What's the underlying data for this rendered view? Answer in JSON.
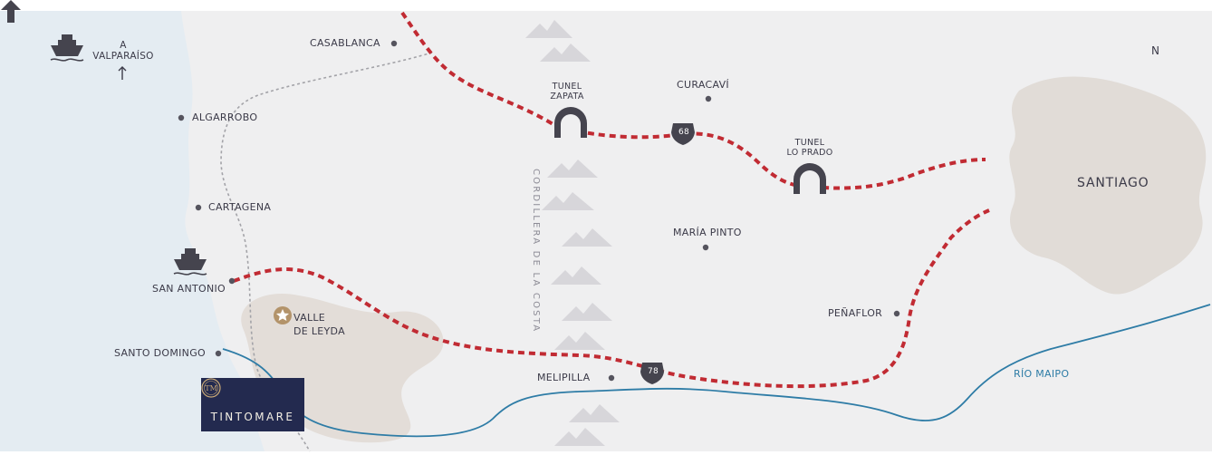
{
  "map": {
    "colors": {
      "land": "#efeff0",
      "sea": "#e4ecf2",
      "urban": "#e0dbd6",
      "route": "#c12b33",
      "river": "#2e7ca6",
      "rail": "#a3a3a8",
      "brand": "#232a4f"
    },
    "north_label": "N",
    "port_label": "A\nVALPARAÍSO",
    "places": {
      "casablanca": "CASABLANCA",
      "algarrobo": "ALGARROBO",
      "cartagena": "CARTAGENA",
      "san_antonio": "SAN ANTONIO",
      "santo_domingo": "SANTO DOMINGO",
      "curacavi": "CURACAVÍ",
      "maria_pinto": "MARÍA PINTO",
      "penaflor": "PEÑAFLOR",
      "melipilla": "MELIPILLA",
      "santiago": "SANTIAGO"
    },
    "tunnels": {
      "zapata": "TUNEL\nZAPATA",
      "lo_prado": "TUNEL\nLO PRADO"
    },
    "routes": {
      "r68": "68",
      "r78": "78"
    },
    "valley": "VALLE\nDE LEYDA",
    "mountain_range": "CORDILLERA DE LA COSTA",
    "river": "RÍO MAIPO",
    "brand": {
      "name": "TINTOMARE",
      "monogram": "TM"
    },
    "icons": {
      "ship": "ship-icon",
      "star": "star-icon",
      "tunnel": "tunnel-icon",
      "route_shield": "route-shield-icon",
      "north": "north-arrow-icon",
      "mountain": "mountain-icon"
    }
  }
}
